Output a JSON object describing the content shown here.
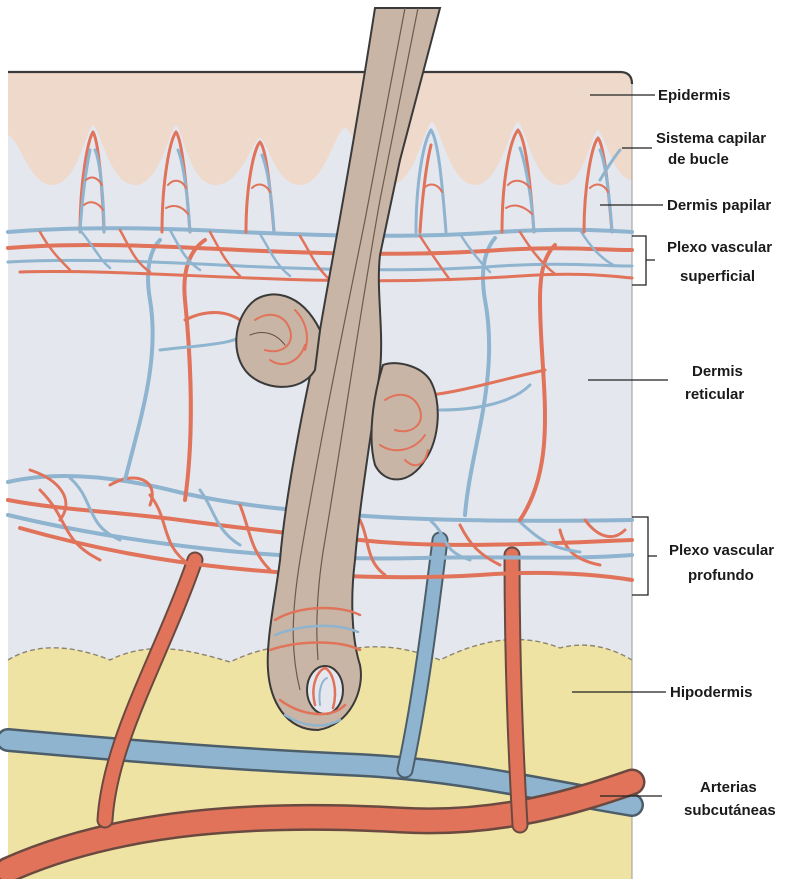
{
  "diagram": {
    "labels": {
      "epidermis": "Epidermis",
      "loop_capillary_line1": "Sistema capilar",
      "loop_capillary_line2": "de bucle",
      "papillary_dermis": "Dermis papilar",
      "superficial_plexus_line1": "Plexo vascular",
      "superficial_plexus_line2": "superficial",
      "reticular_dermis_line1": "Dermis",
      "reticular_dermis_line2": "reticular",
      "deep_plexus_line1": "Plexo vascular",
      "deep_plexus_line2": "profundo",
      "hypodermis": "Hipodermis",
      "subcutaneous_arteries_line1": "Arterias",
      "subcutaneous_arteries_line2": "subcutáneas"
    },
    "colors": {
      "epidermis": "#efd9cb",
      "dermis": "#e4e7ee",
      "hypodermis": "#efe3a3",
      "artery": "#e0735a",
      "vein": "#8fb4cf",
      "hair": "#c9b5a5"
    }
  }
}
